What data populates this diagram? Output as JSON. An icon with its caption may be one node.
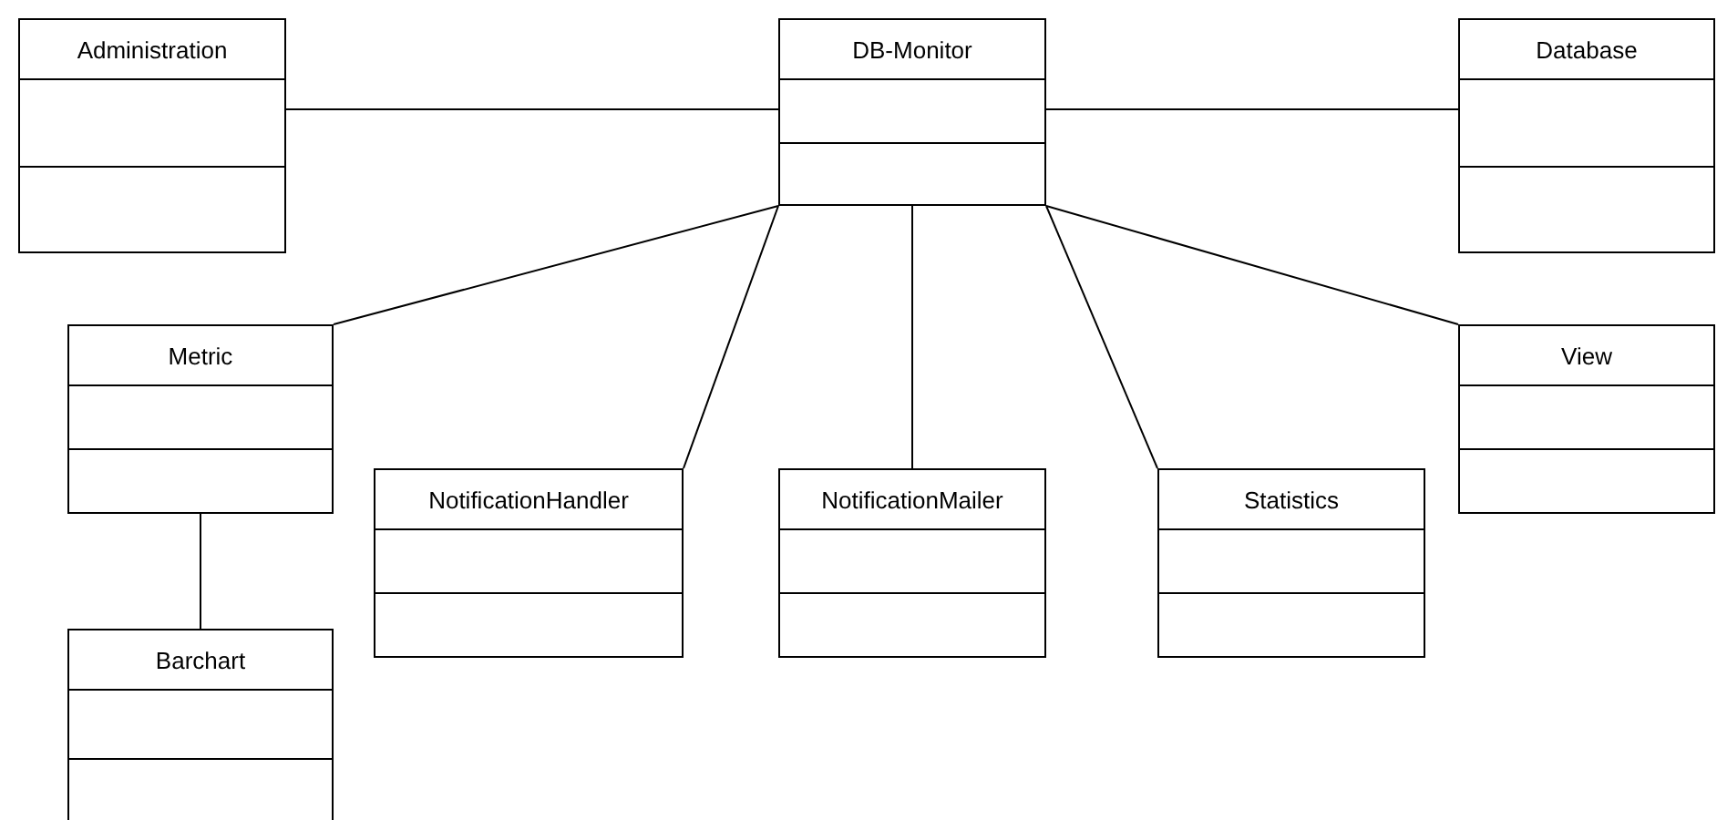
{
  "diagram": {
    "nodes": [
      {
        "text": [
          "DB-Monitor"
        ]
      },
      {
        "text": [
          "Administration"
        ]
      },
      {
        "text": [
          "Database"
        ]
      },
      {
        "text": [
          "Metric"
        ]
      },
      {
        "text": [
          "View"
        ]
      },
      {
        "text": [
          "NotificationHandler"
        ]
      },
      {
        "text": [
          "NotificationMailer"
        ]
      },
      {
        "text": [
          "Statistics"
        ]
      },
      {
        "text": [
          "Barchart"
        ]
      }
    ],
    "edges": [
      {
        "from": 1,
        "to": 0,
        "arrow": "none"
      },
      {
        "from": 0,
        "to": 2,
        "arrow": "none"
      },
      {
        "from": 0,
        "to": 3,
        "arrow": "none"
      },
      {
        "from": 0,
        "to": 5,
        "arrow": "none"
      },
      {
        "from": 0,
        "to": 6,
        "arrow": "none"
      },
      {
        "from": 0,
        "to": 7,
        "arrow": "none"
      },
      {
        "from": 0,
        "to": 4,
        "arrow": "none"
      },
      {
        "from": 3,
        "to": 8,
        "arrow": "none"
      }
    ]
  }
}
